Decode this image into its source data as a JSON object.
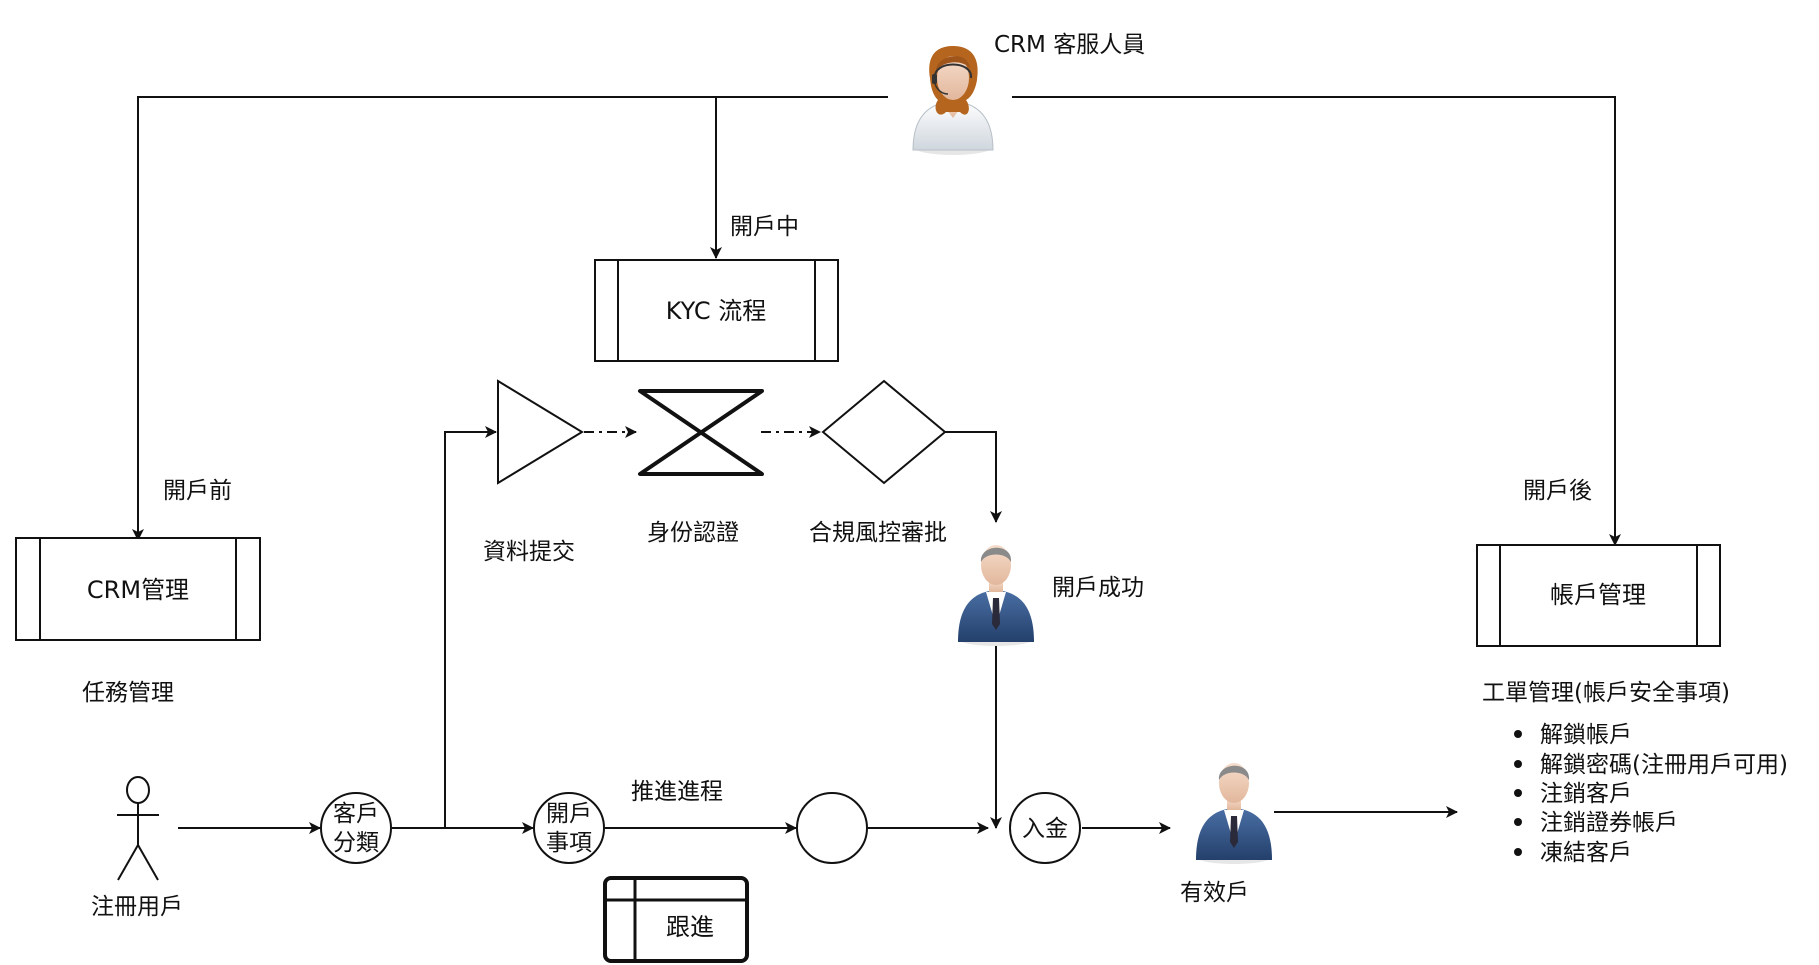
{
  "actors": {
    "crm_staff": "CRM 客服人員",
    "registered_user": "注冊用戶"
  },
  "edges": {
    "before_open": "開戶前",
    "during_open": "開戶中",
    "after_open": "開戶後",
    "push_process": "推進進程"
  },
  "processes": {
    "crm_mgmt": "CRM管理",
    "kyc": "KYC 流程",
    "account_mgmt": "帳戶管理"
  },
  "notes": {
    "task_mgmt": "任務管理"
  },
  "kyc_steps": {
    "submit": "資料提交",
    "identity": "身份認證",
    "compliance": "合規風控審批"
  },
  "outcomes": {
    "open_success": "開戶成功",
    "valid_account": "有效戶"
  },
  "circles": {
    "classify_1": "客戶",
    "classify_2": "分類",
    "items_1": "開戶",
    "items_2": "事項",
    "deposit": "入金"
  },
  "follow_up": "跟進",
  "tickets": {
    "title": "工單管理(帳戶安全事項)",
    "items": [
      "解鎖帳戶",
      "解鎖密碼(注冊用戶可用)",
      "注銷客戶",
      "注銷證券帳戶",
      "凍結客戶"
    ]
  },
  "colors": {
    "stroke": "#111111",
    "suit": "#2f4f7f",
    "headset_hair": "#b5651d"
  }
}
